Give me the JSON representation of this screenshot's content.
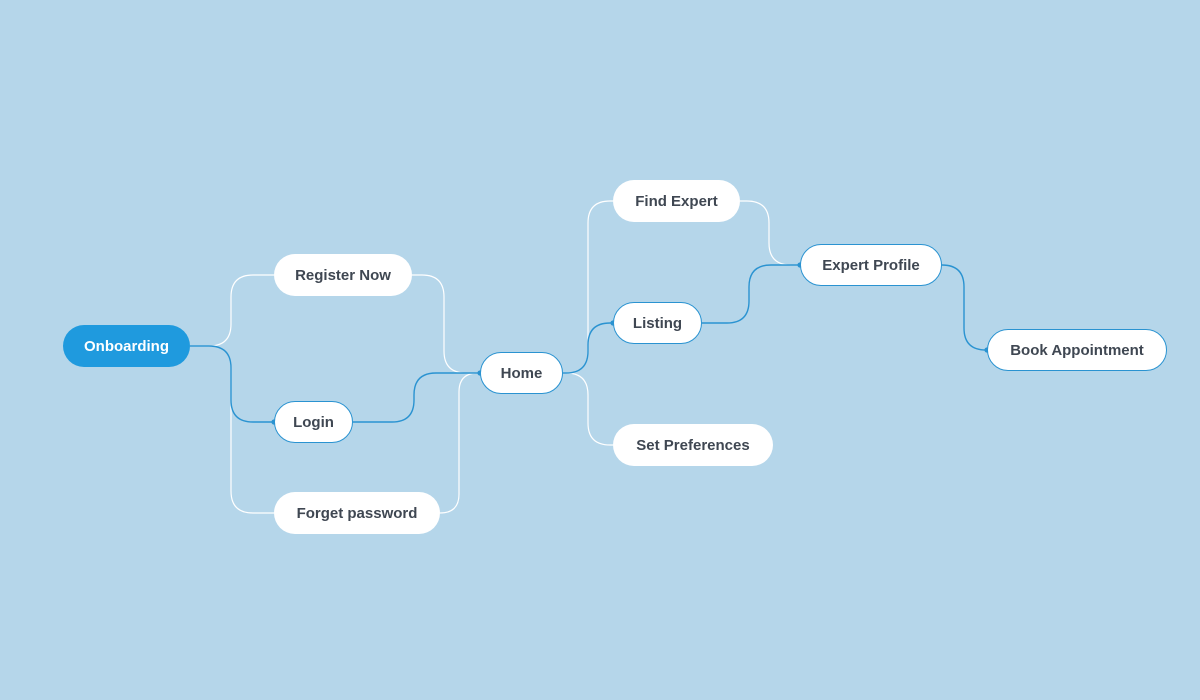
{
  "nodes": {
    "onboarding": {
      "label": "Onboarding"
    },
    "register": {
      "label": "Register Now"
    },
    "login": {
      "label": "Login"
    },
    "forget": {
      "label": "Forget password"
    },
    "home": {
      "label": "Home"
    },
    "find": {
      "label": "Find Expert"
    },
    "listing": {
      "label": "Listing"
    },
    "prefs": {
      "label": "Set Preferences"
    },
    "expert": {
      "label": "Expert Profile"
    },
    "book": {
      "label": "Book Appointment"
    }
  },
  "edges": [
    {
      "from": "onboarding",
      "to": "register",
      "highlighted": false
    },
    {
      "from": "onboarding",
      "to": "forget",
      "highlighted": false
    },
    {
      "from": "onboarding",
      "to": "login",
      "highlighted": true
    },
    {
      "from": "register",
      "to": "home",
      "highlighted": false
    },
    {
      "from": "forget",
      "to": "home",
      "highlighted": false
    },
    {
      "from": "login",
      "to": "home",
      "highlighted": true
    },
    {
      "from": "home",
      "to": "find",
      "highlighted": false
    },
    {
      "from": "home",
      "to": "prefs",
      "highlighted": false
    },
    {
      "from": "home",
      "to": "listing",
      "highlighted": true
    },
    {
      "from": "find",
      "to": "expert",
      "highlighted": false
    },
    {
      "from": "listing",
      "to": "expert",
      "highlighted": true
    },
    {
      "from": "expert",
      "to": "book",
      "highlighted": true
    }
  ],
  "colors": {
    "background": "#b5d6ea",
    "accent": "#1f9ade",
    "line": "#2a93d1"
  }
}
